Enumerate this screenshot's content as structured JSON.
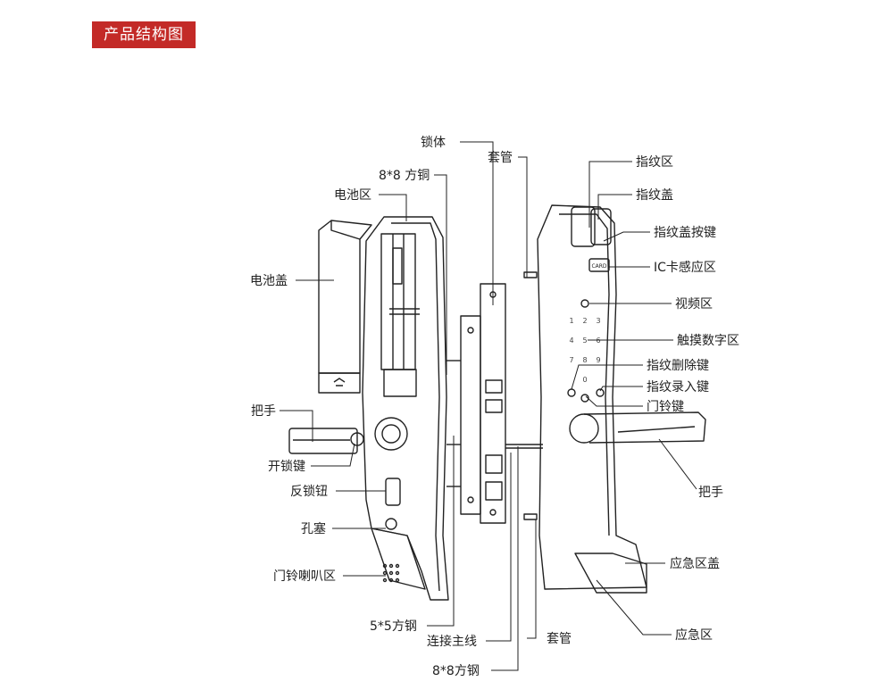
{
  "title": "产品结构图",
  "labels": {
    "lock_body": "锁体",
    "spindle_88_top": "8*8 方铜",
    "battery_area": "电池区",
    "battery_cover": "电池盖",
    "handle_left": "把手",
    "unlock_key": "开锁键",
    "anti_lock_knob": "反锁钮",
    "hole_plug": "孔塞",
    "speaker_area": "门铃喇叭区",
    "spindle_55": "5*5方钢",
    "main_cable": "连接主线",
    "spindle_88_bottom": "8*8方钢",
    "sleeve_top": "套管",
    "sleeve_bottom": "套管",
    "fingerprint_area": "指纹区",
    "fingerprint_cover": "指纹盖",
    "fingerprint_cover_button": "指纹盖按键",
    "ic_card_area": "IC卡感应区",
    "video_area": "视频区",
    "touch_keypad": "触摸数字区",
    "fp_delete_key": "指纹删除键",
    "fp_enroll_key": "指纹录入键",
    "doorbell_key": "门铃键",
    "handle_right": "把手",
    "emergency_cover": "应急区盖",
    "emergency_area": "应急区"
  },
  "card_text": "CARD",
  "keypad_digits": [
    "1",
    "2",
    "3",
    "4",
    "5",
    "6",
    "7",
    "8",
    "9",
    "0"
  ],
  "colors": {
    "badge": "#c32a27",
    "line": "#222222"
  }
}
